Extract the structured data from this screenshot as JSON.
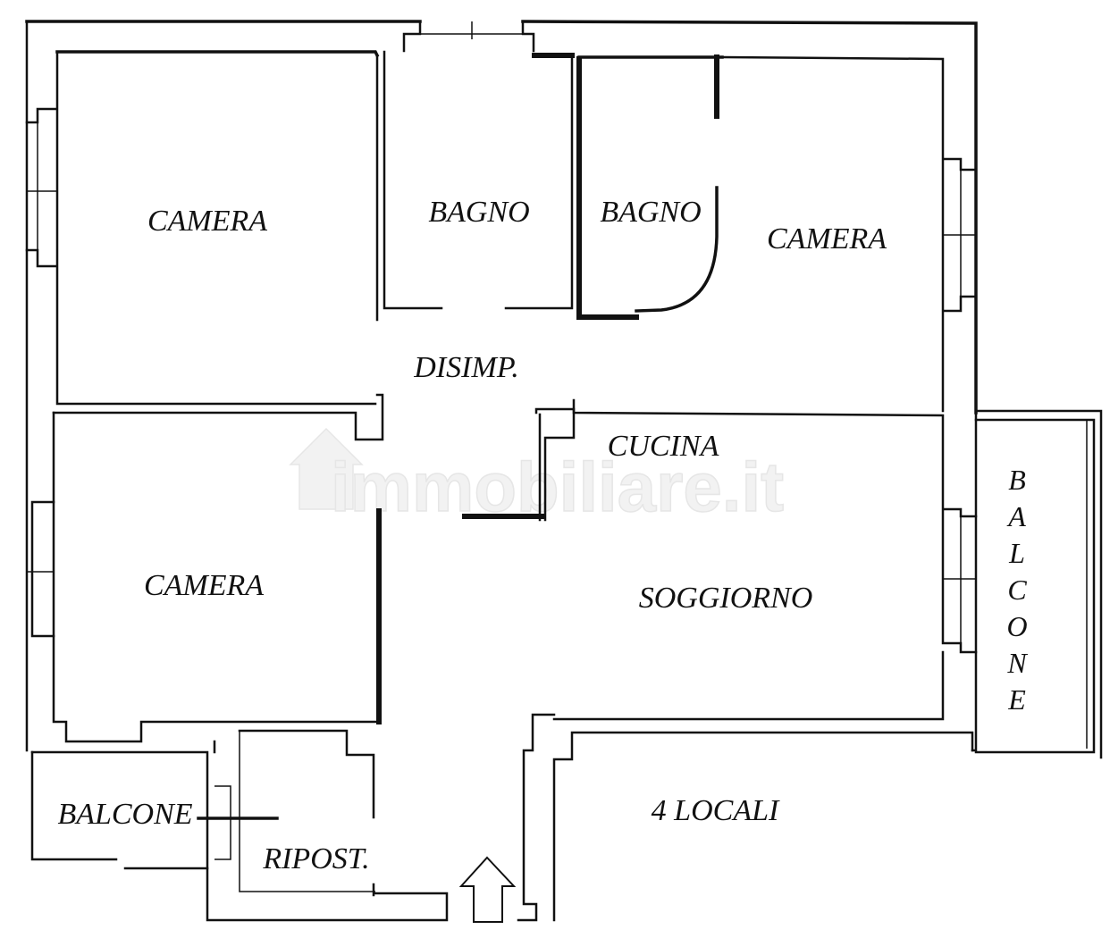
{
  "floorplan": {
    "summary_label": "4 LOCALI",
    "watermark_text": "immobiliare.it",
    "rooms": [
      {
        "id": "camera-nw",
        "label": "CAMERA"
      },
      {
        "id": "bagno-1",
        "label": "BAGNO"
      },
      {
        "id": "bagno-2",
        "label": "BAGNO"
      },
      {
        "id": "camera-ne",
        "label": "CAMERA"
      },
      {
        "id": "disimpegno",
        "label": "DISIMP."
      },
      {
        "id": "cucina",
        "label": "CUCINA"
      },
      {
        "id": "camera-sw",
        "label": "CAMERA"
      },
      {
        "id": "soggiorno",
        "label": "SOGGIORNO"
      },
      {
        "id": "balcone-sw",
        "label": "BALCONE"
      },
      {
        "id": "ripostiglio",
        "label": "RIPOST."
      }
    ],
    "balcone_east_letters": [
      "B",
      "A",
      "L",
      "C",
      "O",
      "N",
      "E"
    ],
    "entrance_icon": "up-arrow-icon",
    "colors": {
      "line": "#111111",
      "background": "#ffffff",
      "watermark": "#eeeeee"
    }
  }
}
